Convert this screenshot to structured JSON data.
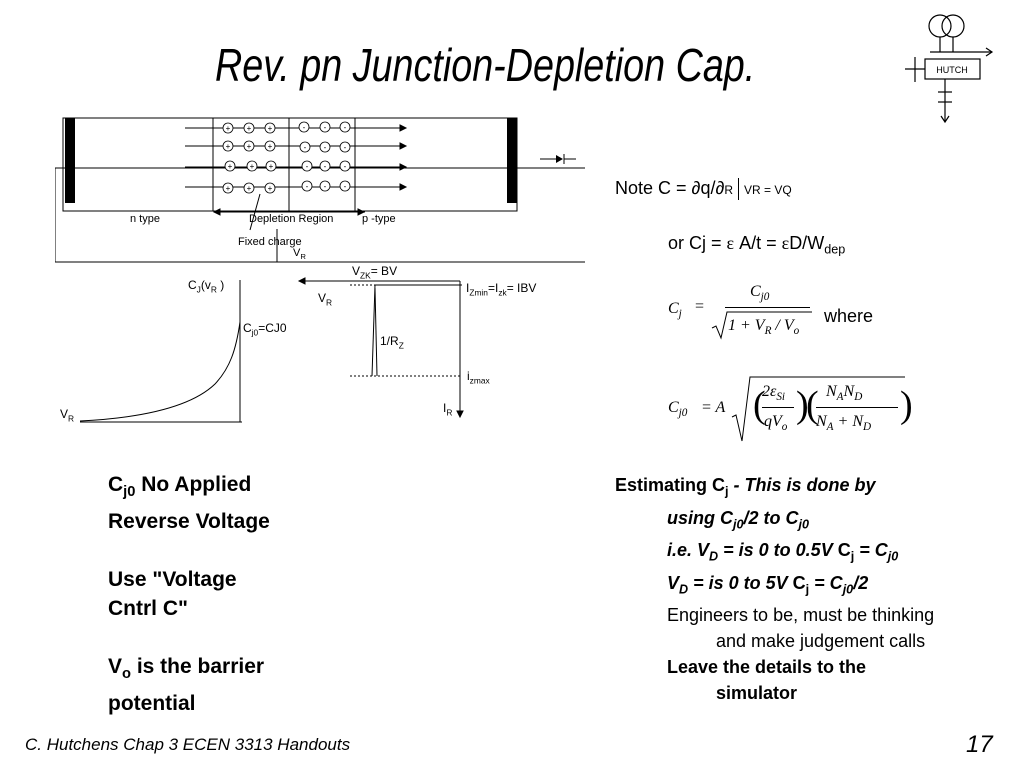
{
  "title": "Rev. pn Junction-Depletion Cap.",
  "logo": {
    "text": "HUTCH"
  },
  "diagram": {
    "n_type": "n type",
    "p_type": "p -type",
    "depletion_region": "Depletion Region",
    "fixed_charge": "Fixed charge",
    "vr_small": "V",
    "vr_small_sub": "R",
    "plus_sign": "+",
    "minus_sign": "-"
  },
  "cap_graph": {
    "y_label": "C",
    "y_label_sub": "J",
    "y_label_paren": "(v",
    "y_label_paren_sub": "R",
    "y_label_close": " )",
    "cj0_label": "C",
    "cj0_sub": "j0",
    "cj0_rest": "=CJ0",
    "x_label": "V",
    "x_label_sub": "R"
  },
  "zener_graph": {
    "vzk": "V",
    "vzk_sub": "ZK",
    "vzk_rest": "= BV",
    "vr": "V",
    "vr_sub": "R",
    "izmin": "I",
    "izmin_sub": "Zmin",
    "izmin_mid": "=I",
    "izk_sub": "zk",
    "izmin_rest": "= IBV",
    "slope": "1/R",
    "slope_sub": "Z",
    "izmax": "i",
    "izmax_sub": "zmax",
    "ir": "I",
    "ir_sub": "R"
  },
  "note": {
    "line1_prefix": "Note  C = ",
    "line1_dq": "∂q/∂",
    "line1_r": "R",
    "line1_eval": "VR = VQ",
    "line2_prefix": "or Cj = ",
    "line2_eps": "ε",
    "line2_mid": " A/t = ",
    "line2_eps2": "ε",
    "line2_rest": "D/W",
    "line2_sub": "dep",
    "where": "where"
  },
  "formula1": {
    "lhs": "C",
    "lhs_sub": "j",
    "eq": "=",
    "num": "C",
    "num_sub": "j0",
    "den": "1 + V",
    "den_sub": "R",
    "den_rest": " / V",
    "den_sub2": "o"
  },
  "formula2": {
    "lhs": "C",
    "lhs_sub": "j0",
    "eq": "= A",
    "f1_num": "2ε",
    "f1_num_sub": "Si",
    "f1_den": "qV",
    "f1_den_sub": "o",
    "f2_num": "N",
    "f2_num_sub_a": "A",
    "f2_num_mid": "N",
    "f2_num_sub_d": "D",
    "f2_den": "N",
    "f2_den_sub_a": "A",
    "f2_den_plus": " + N",
    "f2_den_sub_d": "D"
  },
  "left_text": {
    "l1_c": "C",
    "l1_sub": "j0",
    "l1_rest": "  No Applied",
    "l2": "Reverse Voltage",
    "l3": "Use \"Voltage",
    "l4": "Cntrl C\"",
    "l5_v": "V",
    "l5_sub": "o",
    "l5_rest": " is the barrier",
    "l6": "potential"
  },
  "right_text": {
    "r1_a": "Estimating C",
    "r1_sub": "j",
    "r1_b": " - This is done by",
    "r2_a": "using C",
    "r2_sub": "j0",
    "r2_b": "/2 to C",
    "r2_sub2": "j0",
    "r3_a": "i.e. V",
    "r3_sub": "D",
    "r3_b": " = is 0 to 0.5V ",
    "r3_c": "C",
    "r3_sub2": "j",
    "r3_d": " = C",
    "r3_sub3": "j0",
    "r4_a": "V",
    "r4_sub": "D",
    "r4_b": " = is 0 to 5V ",
    "r4_c": "C",
    "r4_sub2": "j",
    "r4_d": " = C",
    "r4_sub3": "j0",
    "r4_e": "/2",
    "r5": "Engineers to be, must be thinking",
    "r6": "and make judgement calls",
    "r7": "Leave the details to the",
    "r8": "simulator"
  },
  "footer": {
    "left": "C. Hutchens Chap 3 ECEN 3313 Handouts",
    "page": "17"
  }
}
